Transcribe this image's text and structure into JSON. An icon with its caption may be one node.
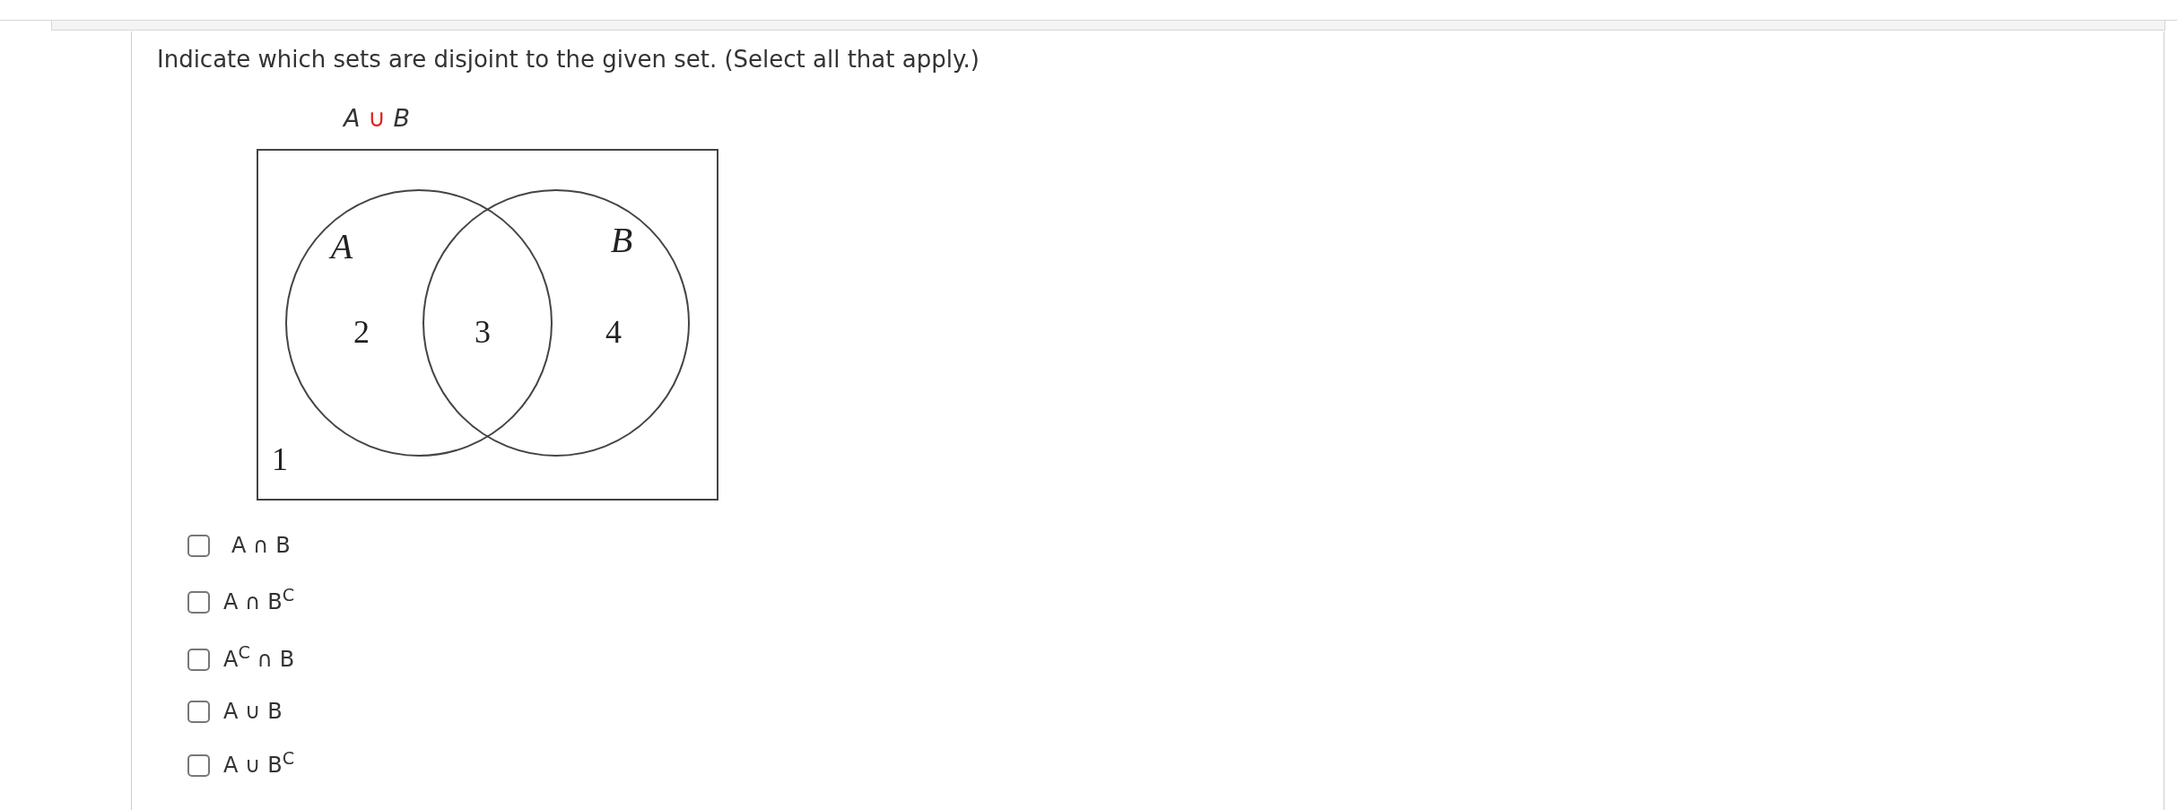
{
  "diagram": {
    "title": "Indicate which sets are disjoint to the given set. (Select all that apply.)",
    "nodes": [
      {
        "text": [
          "1"
        ]
      },
      {
        "text": [
          "A",
          "2"
        ],
        "in": 0
      },
      {
        "text": [
          "B",
          "4"
        ],
        "in": 0
      }
    ],
    "labels": [
      "A ∪ B",
      "3",
      "A ∩ B",
      "A ∩ B$^{C}$",
      "A$^{C}$ ∩ B",
      "A ∪ B",
      "A ∪ B$^{C}$"
    ]
  }
}
